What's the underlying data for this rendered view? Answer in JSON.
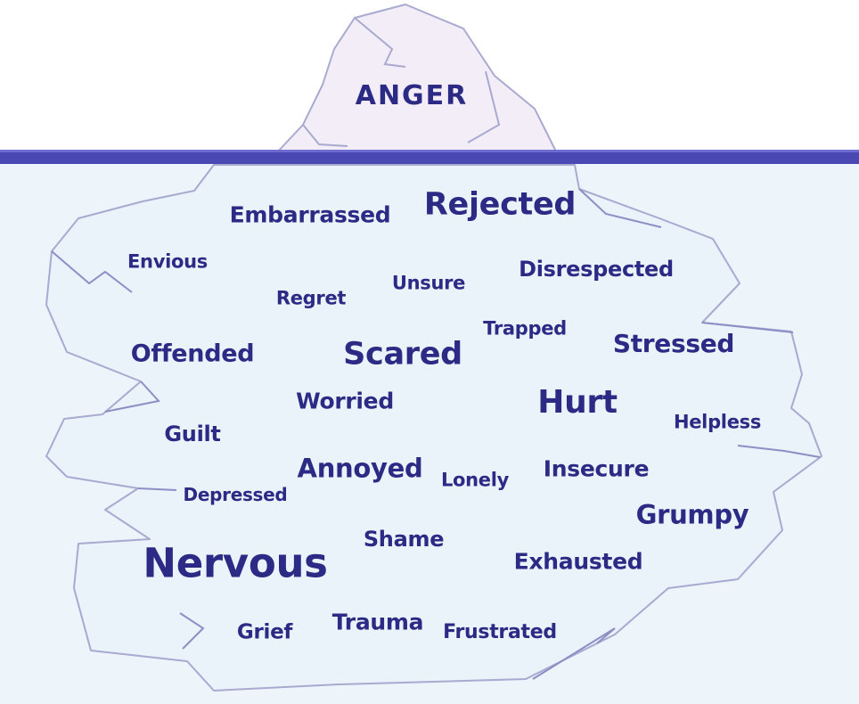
{
  "colors": {
    "text": "#2b2a85",
    "water": "#edf5fb",
    "waterline": "#4a48b3",
    "ice_above": "#f3edf7",
    "ice_below": "#eaf2fa",
    "ice_outline": "#a8aad0"
  },
  "iceberg": {
    "tip_label": "ANGER",
    "feelings": [
      "Embarrassed",
      "Rejected",
      "Envious",
      "Unsure",
      "Disrespected",
      "Regret",
      "Trapped",
      "Offended",
      "Scared",
      "Stressed",
      "Worried",
      "Hurt",
      "Helpless",
      "Guilt",
      "Annoyed",
      "Lonely",
      "Insecure",
      "Depressed",
      "Grumpy",
      "Shame",
      "Nervous",
      "Exhausted",
      "Grief",
      "Trauma",
      "Frustrated"
    ]
  }
}
